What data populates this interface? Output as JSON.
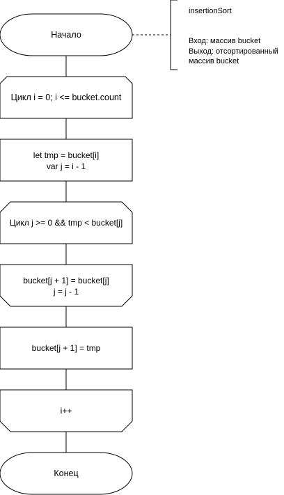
{
  "diagram": {
    "start": {
      "label": "Начало"
    },
    "annotation": {
      "title": "insertionSort",
      "input": "Вход: массив bucket",
      "output_line1": "Выход: отсортированный",
      "output_line2": "массив bucket"
    },
    "loop_outer_start": {
      "label": "Цикл i = 0; i <= bucket.count"
    },
    "init_block": {
      "line1": "let tmp = bucket[i]",
      "line2": "var j = i - 1"
    },
    "loop_inner_start": {
      "label": "Цикл j >= 0 && tmp < bucket[j]"
    },
    "loop_inner_end": {
      "line1": "bucket[j + 1] = bucket[j]",
      "line2": "j = j - 1"
    },
    "assign_block": {
      "label": "bucket[j + 1] = tmp"
    },
    "loop_outer_end": {
      "label": "i++"
    },
    "end": {
      "label": "Конец"
    }
  }
}
